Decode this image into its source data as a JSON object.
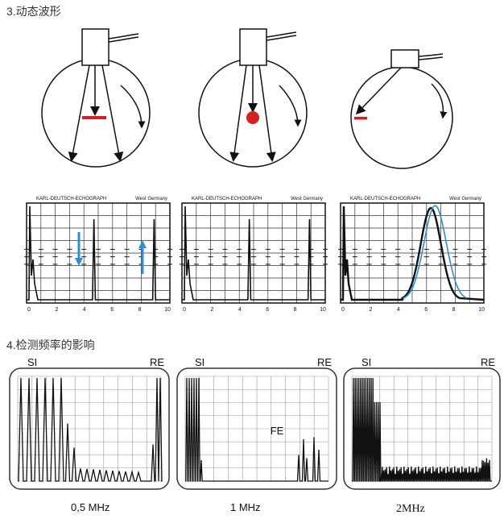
{
  "section3": {
    "heading": "3.动态波形",
    "screen_header_left": "KARL-DEUTSCH-ECHOGRAPH",
    "screen_header_right": "West Germany",
    "screen_ticks": [
      "0",
      "2",
      "4",
      "6",
      "8",
      "10"
    ]
  },
  "section4": {
    "heading": "4.检测频率的影响",
    "label_si": "SI",
    "label_re": "RE",
    "label_fe": "FE",
    "captions": [
      "0,5 MHz",
      "1 MHz",
      "2MHz"
    ]
  },
  "colors": {
    "red": "#d62020",
    "blue": "#2b8fd6",
    "black": "#111111"
  }
}
